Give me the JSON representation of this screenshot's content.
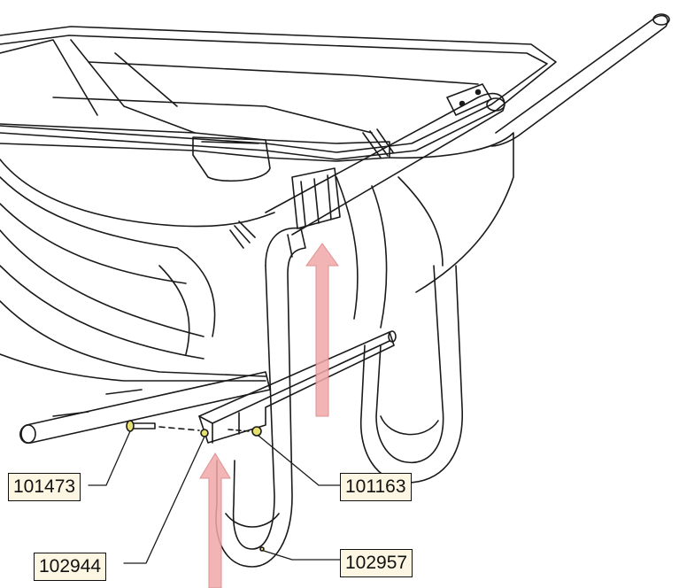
{
  "callouts": [
    {
      "id": "101473",
      "label": "101473"
    },
    {
      "id": "101163",
      "label": "101163"
    },
    {
      "id": "102944",
      "label": "102944"
    },
    {
      "id": "102957",
      "label": "102957"
    }
  ],
  "colors": {
    "line": "#1a1a1a",
    "arrow": "#f0a8a8",
    "arrow_edge": "#d98080",
    "label_bg": "#fdf6e3",
    "hardware": "#e8e070"
  }
}
